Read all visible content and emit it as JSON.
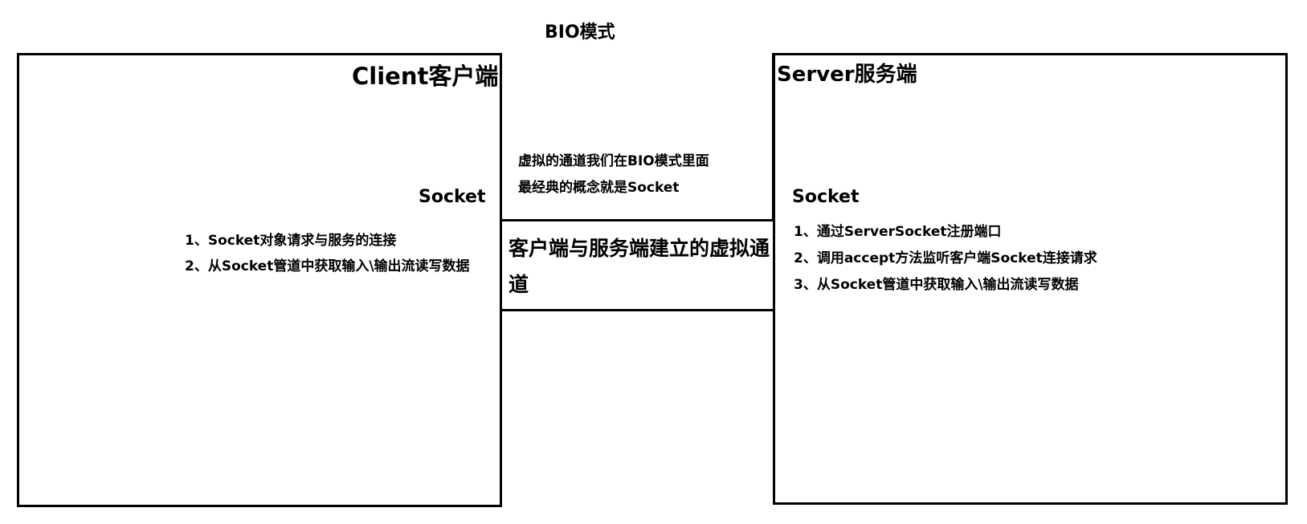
{
  "title": "BIO模式",
  "client": {
    "heading": "Client客户端",
    "socket_label": "Socket",
    "items": [
      "1、Socket对象请求与服务的连接",
      "2、从Socket管道中获取输入\\输出流读写数据"
    ]
  },
  "server": {
    "heading": "Server服务端",
    "socket_label": "Socket",
    "items": [
      "1、通过ServerSocket注册端口",
      "2、调用accept方法监听客户端Socket连接请求",
      "3、从Socket管道中获取输入\\输出流读写数据"
    ]
  },
  "channel": {
    "note_lines": [
      "虚拟的通道我们在BIO模式里面",
      "最经典的概念就是Socket"
    ],
    "label": "客户端与服务端建立的虚拟通道"
  }
}
